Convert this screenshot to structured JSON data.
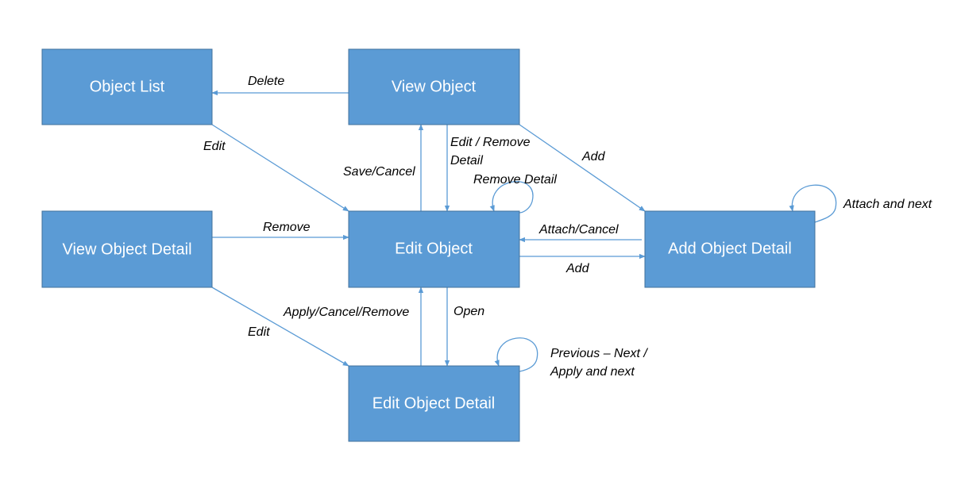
{
  "nodes": {
    "object_list": "Object List",
    "view_object": "View Object",
    "view_object_detail": "View Object Detail",
    "edit_object": "Edit Object",
    "add_object_detail": "Add Object Detail",
    "edit_object_detail": "Edit Object Detail"
  },
  "edges": {
    "delete": "Delete",
    "edit_from_list": "Edit",
    "save_cancel": "Save/Cancel",
    "edit_remove_detail_line1": "Edit / Remove",
    "edit_remove_detail_line2": "Detail",
    "add_from_view": "Add",
    "remove_detail_loop": "Remove Detail",
    "attach_and_next": "Attach and next",
    "remove": "Remove",
    "attach_cancel": "Attach/Cancel",
    "add_to_detail": "Add",
    "edit_from_detail": "Edit",
    "apply_cancel_remove": "Apply/Cancel/Remove",
    "open": "Open",
    "previous_next_line1": "Previous – Next  /",
    "previous_next_line2": "Apply and next"
  },
  "colors": {
    "node_fill": "#5b9bd5",
    "node_stroke": "#41719c",
    "edge": "#5b9bd5",
    "label": "#000000"
  }
}
